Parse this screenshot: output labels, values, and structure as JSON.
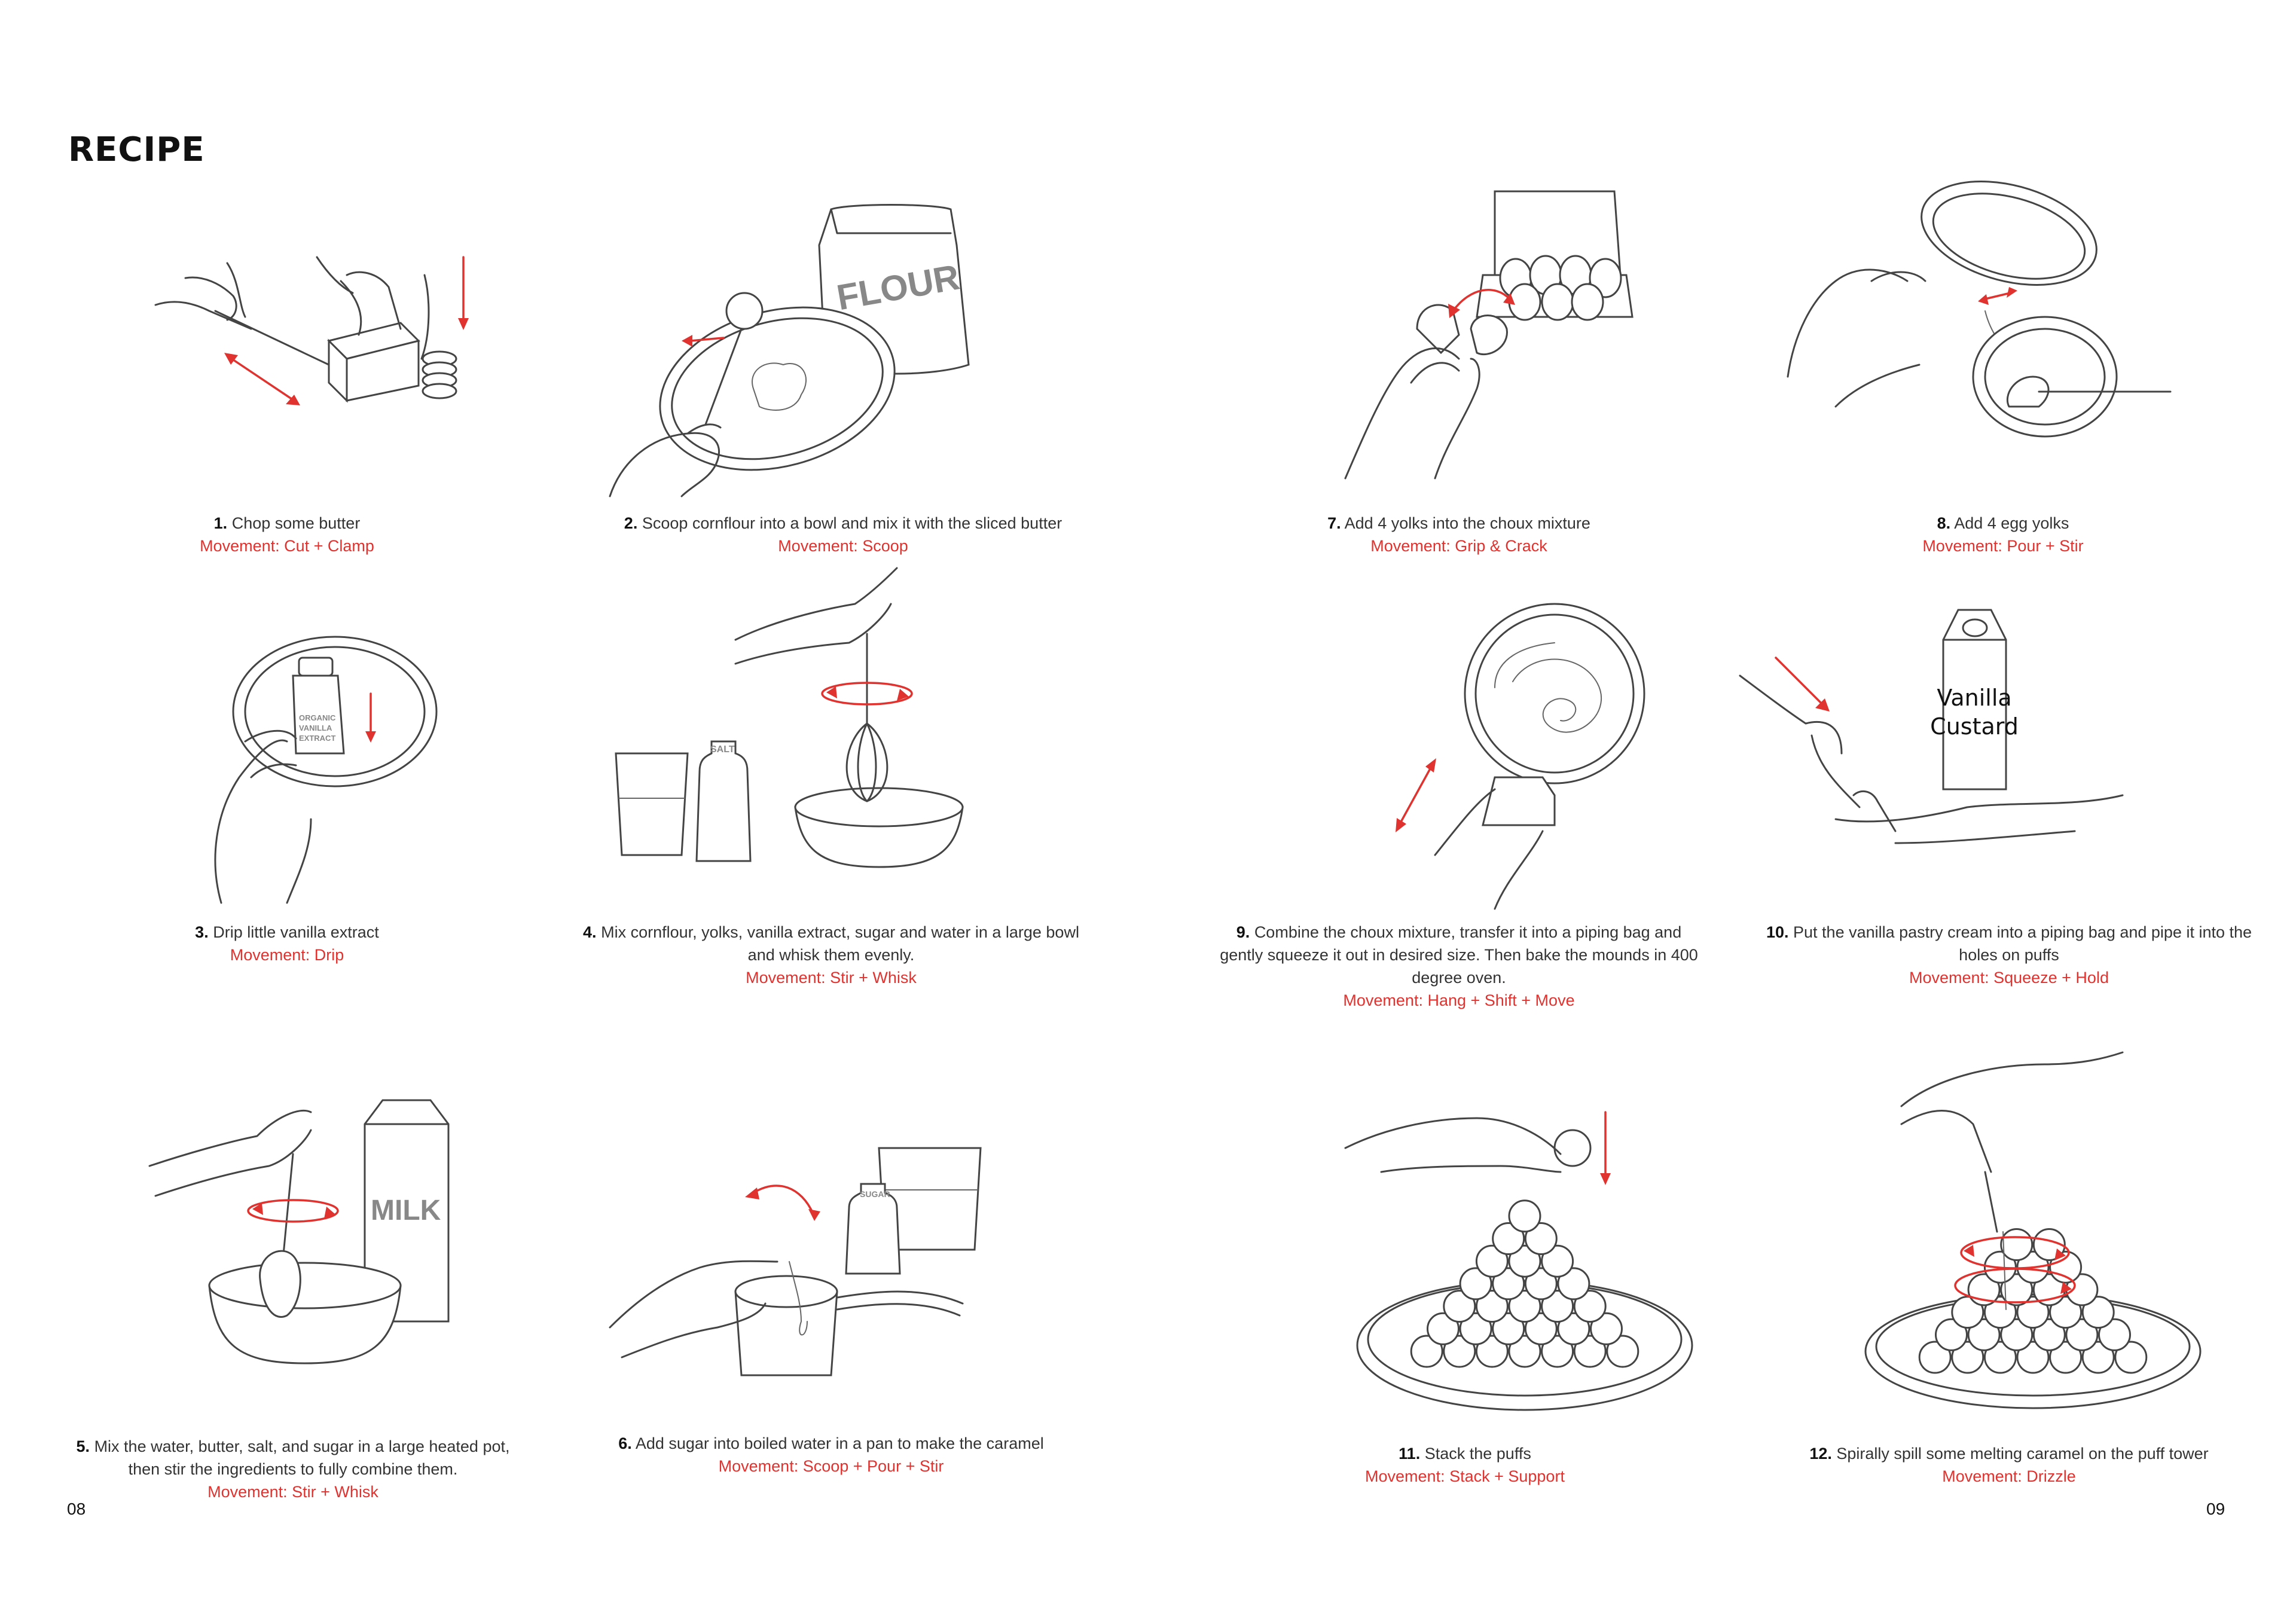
{
  "page": {
    "title": "RECIPE",
    "page_left": "08",
    "page_right": "09"
  },
  "steps": [
    {
      "num": "1.",
      "text": "Chop some butter",
      "movement": "Movement: Cut + Clamp"
    },
    {
      "num": "2.",
      "text": "Scoop cornflour into a bowl and mix it with the sliced butter",
      "movement": "Movement: Scoop"
    },
    {
      "num": "3.",
      "text": "Drip little vanilla extract",
      "movement": "Movement: Drip"
    },
    {
      "num": "4.",
      "text": "Mix cornflour, yolks, vanilla extract, sugar and water in a large bowl and whisk them evenly.",
      "movement": "Movement: Stir + Whisk"
    },
    {
      "num": "5.",
      "text": "Mix the water, butter, salt, and sugar in a large heated pot, then stir the ingredients to fully combine them.",
      "movement": "Movement: Stir + Whisk"
    },
    {
      "num": "6.",
      "text": "Add sugar into boiled water in a pan to make the caramel",
      "movement": "Movement: Scoop + Pour + Stir"
    },
    {
      "num": "7.",
      "text": "Add 4 yolks into the choux mixture",
      "movement": "Movement: Grip & Crack"
    },
    {
      "num": "8.",
      "text": "Add 4 egg yolks",
      "movement": "Movement: Pour + Stir"
    },
    {
      "num": "9.",
      "text": "Combine the choux mixture, transfer it into a piping bag  and gently squeeze it out in desired size. Then bake the mounds in 400 degree oven.",
      "movement": "Movement: Hang + Shift + Move"
    },
    {
      "num": "10.",
      "text": "Put the vanilla pastry cream into a piping bag and pipe it into the holes on puffs",
      "movement": "Movement: Squeeze + Hold"
    },
    {
      "num": "11.",
      "text": "Stack the puffs",
      "movement": "Movement: Stack + Support"
    },
    {
      "num": "12.",
      "text": "Spirally spill some melting caramel on the puff tower",
      "movement": "Movement: Drizzle"
    }
  ],
  "labels": {
    "flour_bag": "FLOUR",
    "vanilla_bottle": [
      "ORGANIC",
      "VANILLA",
      "EXTRACT"
    ],
    "salt_shaker": "SALT",
    "milk_carton": "MILK",
    "sugar_shaker": "SUGAR",
    "custard_carton": [
      "Vanilla",
      "Custard"
    ]
  },
  "colors": {
    "movement_text": "#e0322e",
    "arrow": "#e0322e",
    "line_art": "#444444"
  }
}
